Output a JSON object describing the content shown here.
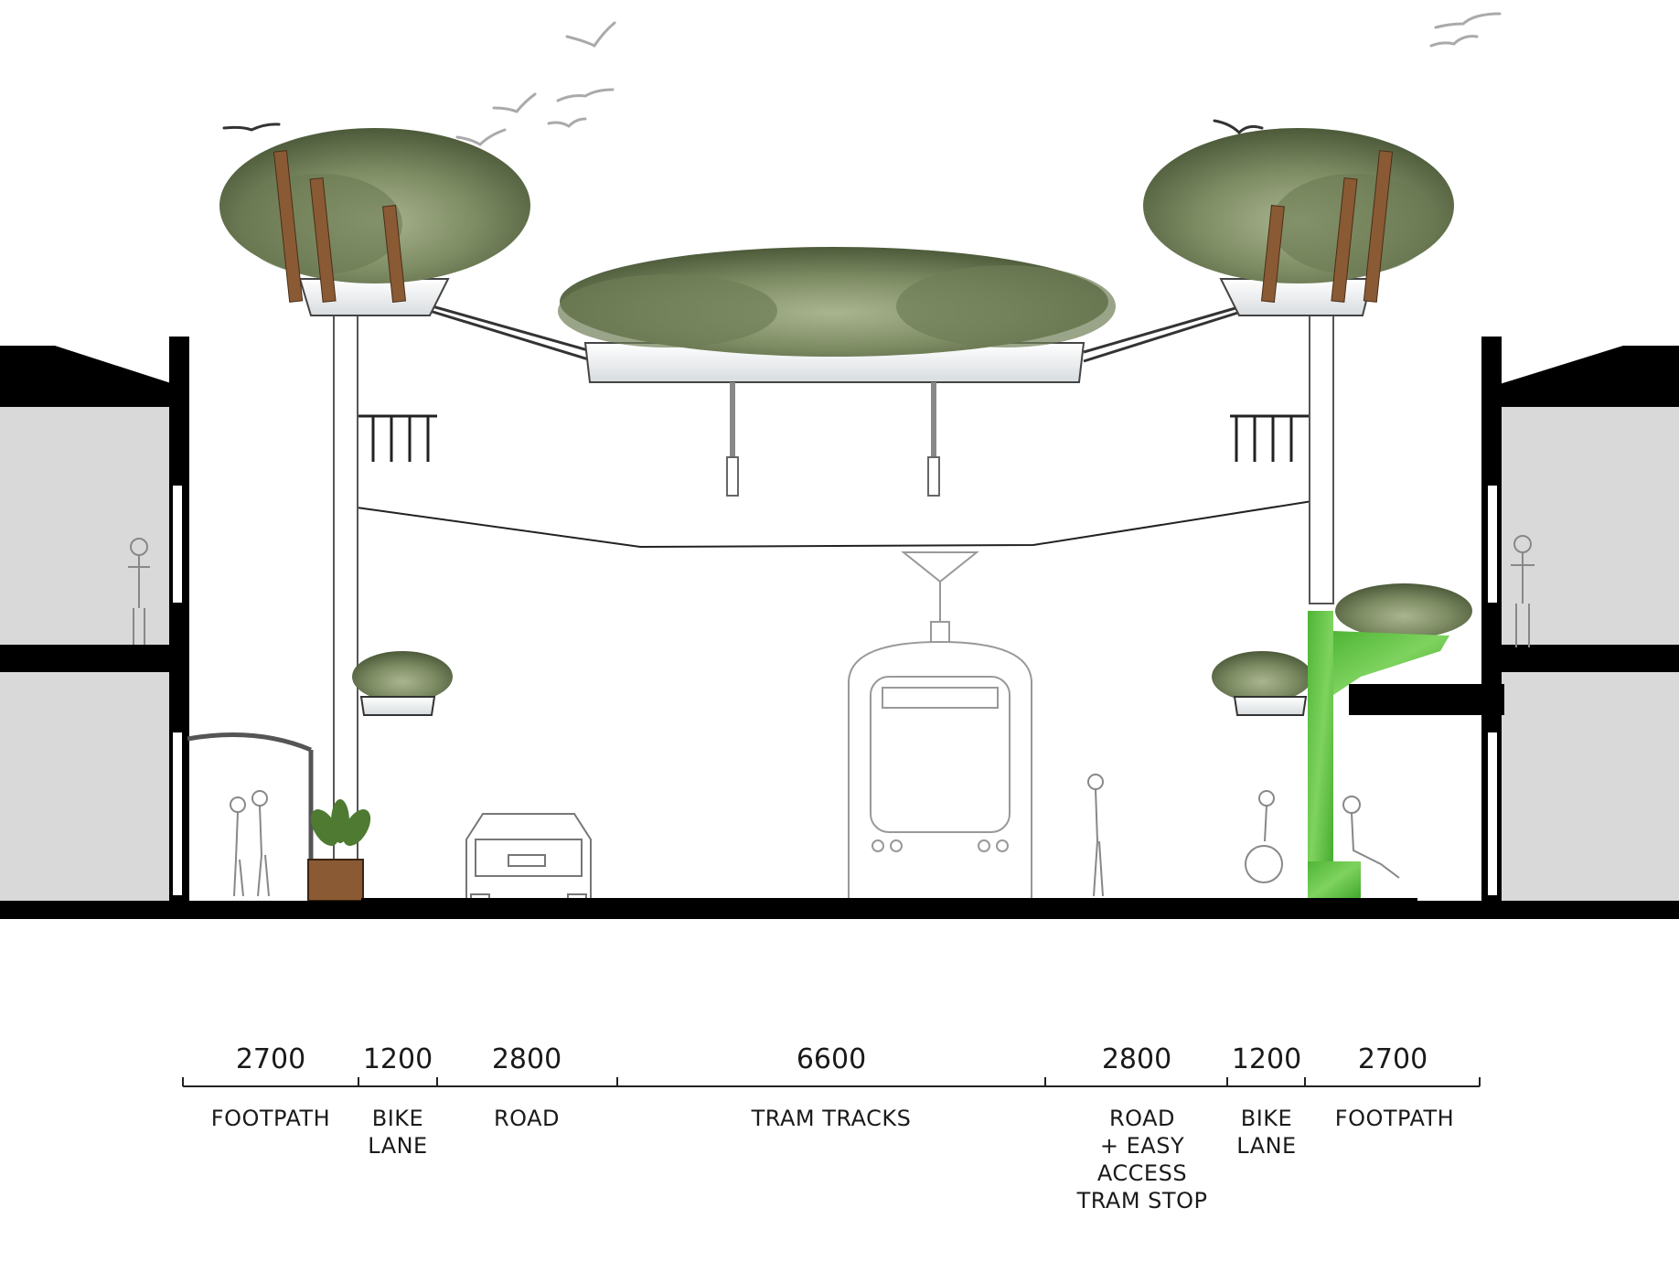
{
  "section": {
    "segments": [
      {
        "width": "2700",
        "lines": [
          "FOOTPATH"
        ]
      },
      {
        "width": "1200",
        "lines": [
          "BIKE",
          "LANE"
        ]
      },
      {
        "width": "2800",
        "lines": [
          "ROAD"
        ]
      },
      {
        "width": "6600",
        "lines": [
          "TRAM TRACKS"
        ]
      },
      {
        "width": "2800",
        "lines": [
          "ROAD",
          "+ EASY",
          "ACCESS",
          "TRAM STOP"
        ]
      },
      {
        "width": "1200",
        "lines": [
          "BIKE",
          "LANE"
        ]
      },
      {
        "width": "2700",
        "lines": [
          "FOOTPATH"
        ]
      }
    ]
  },
  "colors": {
    "ground": "#000000",
    "building": "#d9d9d9",
    "vegetation": "#7d8b63",
    "green_column": "#5cc040",
    "planter_wood": "#8a5a34"
  }
}
